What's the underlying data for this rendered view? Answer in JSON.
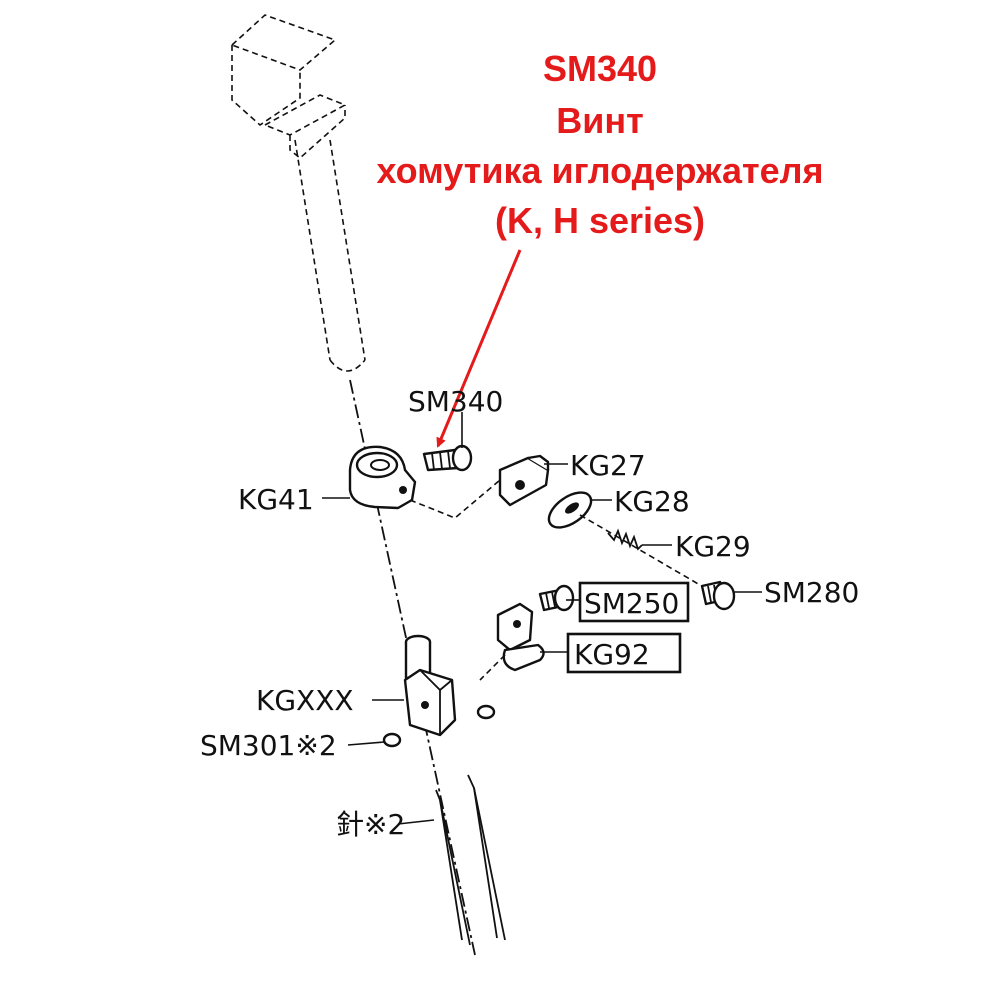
{
  "caption": {
    "line1": "SM340",
    "line2": "Винт",
    "line3": "хомутика иглодержателя",
    "line4": "(K, H series)",
    "color": "#e51a1a"
  },
  "labels": {
    "sm340": "SM340",
    "kg41": "KG41",
    "kg27": "KG27",
    "kg28": "KG28",
    "kg29": "KG29",
    "sm250": "SM250",
    "sm280": "SM280",
    "kg92": "KG92",
    "kgxxx": "KGXXX",
    "sm301": "SM301※2",
    "needle": "針※2"
  },
  "boxed_labels": [
    "SM250",
    "KG92"
  ]
}
